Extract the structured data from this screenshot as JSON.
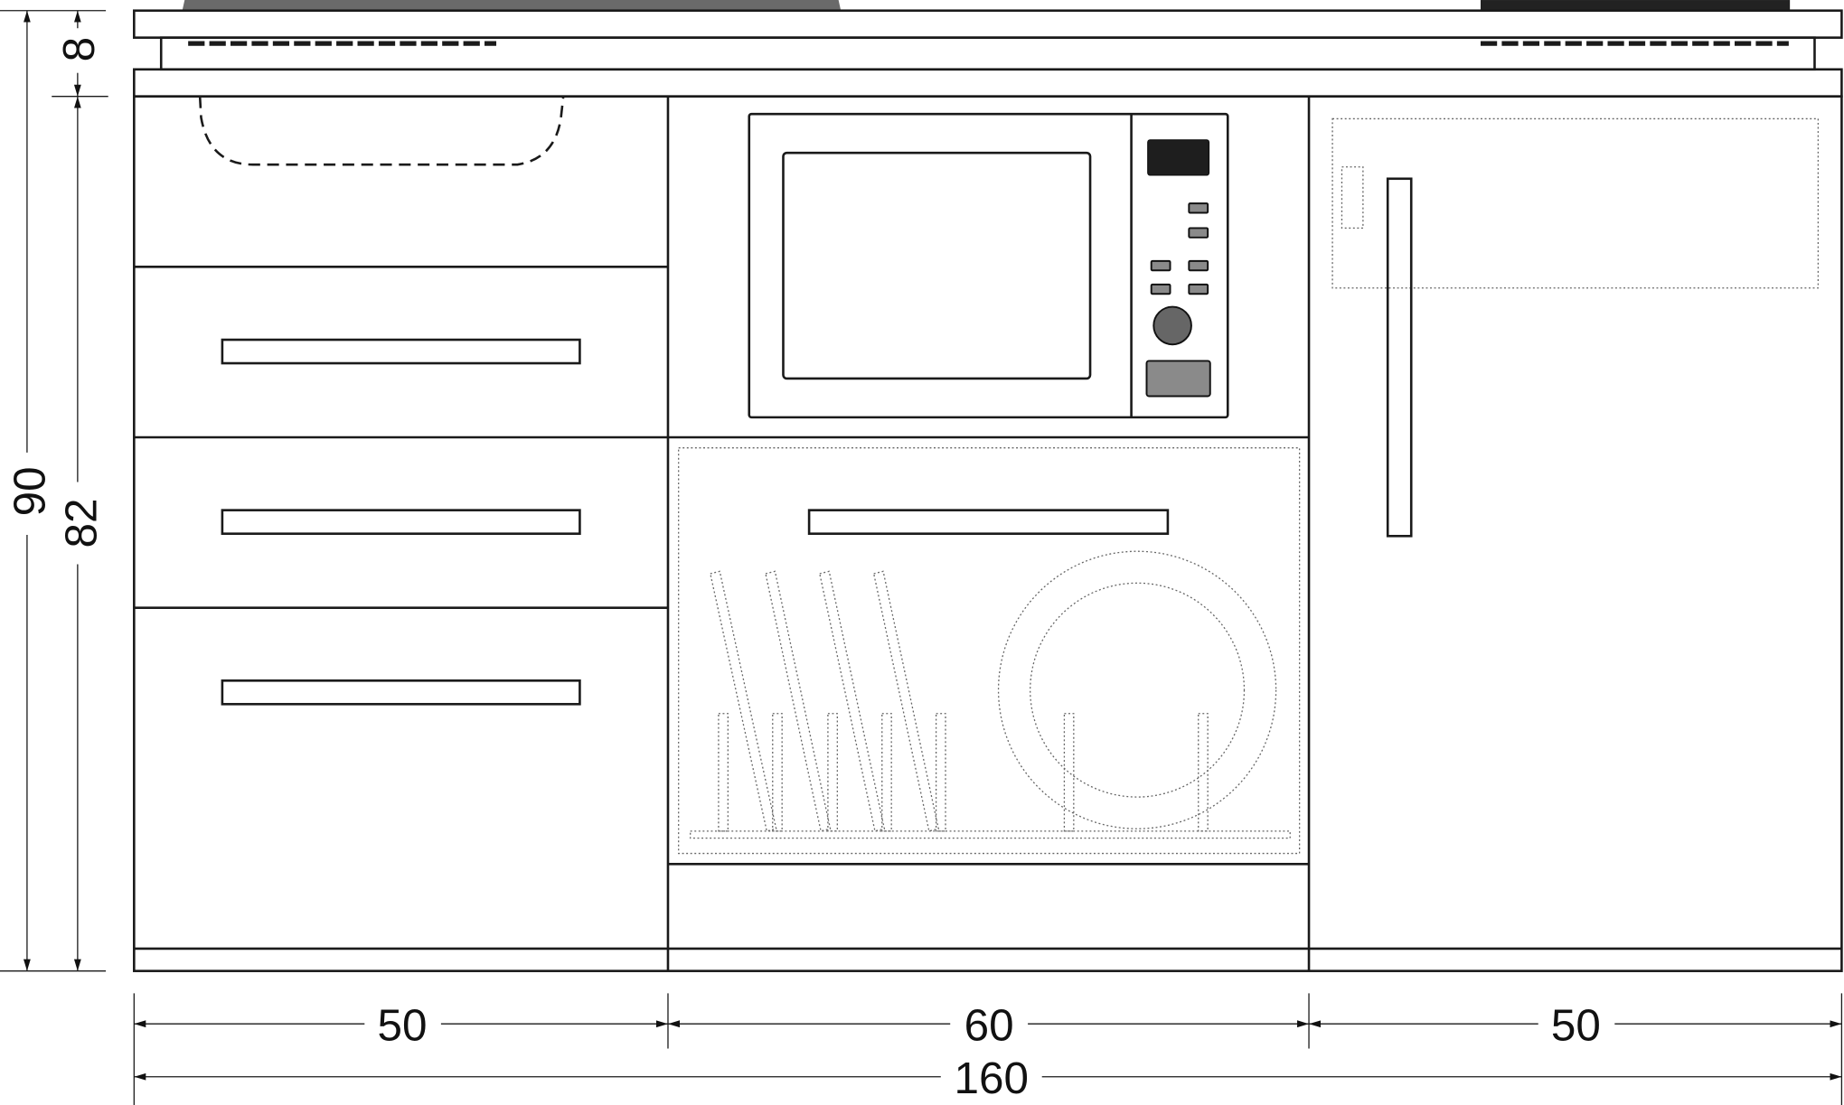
{
  "drawing": {
    "type": "kitchen unit front elevation",
    "units": "cm",
    "colors": {
      "worktop": "#4f4f4f",
      "panel": "#e2e2e2",
      "line": "#1a1a1a"
    }
  },
  "dimensions": {
    "total_height": "90",
    "worktop_height": "8",
    "cabinet_height": "82",
    "left_width": "50",
    "middle_width": "60",
    "right_width": "50",
    "total_width": "160"
  },
  "appliances": [
    "hob",
    "sink",
    "drawers",
    "microwave",
    "dishwasher",
    "fridge"
  ]
}
